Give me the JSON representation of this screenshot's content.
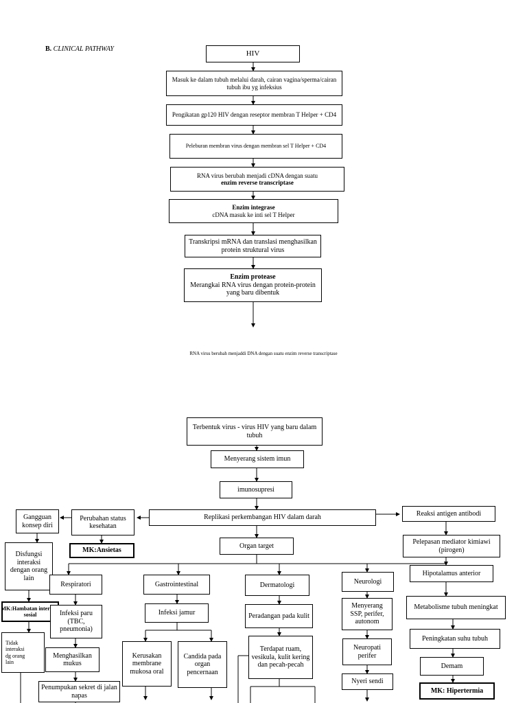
{
  "header": {
    "prefix": "B.",
    "title": "CLINICAL PATHWAY"
  },
  "flow": {
    "hiv": "HIV",
    "masuk": "Masuk ke dalam tubuh melalui darah, cairan vagina/sperma/cairan tubuh ibu yg infeksius",
    "pengikatan": "Pengikatan gp120  HIV dengan reseptor membran T Helper + CD4",
    "peleburan": "Peleburan membran virus dengan membran sel  T Helper + CD4",
    "rna_line1": "RNA virus berubah menjadi cDNA dengan suatu",
    "rna_line2": "enzim reverse transcriptase",
    "integrase_line1": "Enzim integrase",
    "integrase_line2": "cDNA masuk ke inti sel  T Helper",
    "transkripsi": "Transkripsi mRNA dan translasi menghasilkan protein struktural virus",
    "protease_line1": "Enzim protease",
    "protease_line2": "Merangkai RNA virus dengan protein-protein yang baru dibentuk"
  },
  "caption": "RNA virus berubah menjaddi DNA dengan suatu enzim reverse transcriptase",
  "flow2": {
    "terbentuk": "Terbentuk virus - virus HIV yang baru dalam tubuh",
    "menyerang": "Menyerang sistem imun",
    "imunosupresi": "imunosupresi",
    "replikasi": "Replikasi perkembangan HIV dalam darah",
    "organ_target": "Organ target"
  },
  "left": {
    "gangguan": "Gangguan konsep diri",
    "perubahan": "Perubahan status kesehatan",
    "mk_ansietas": "MK:Ansietas",
    "disfungsi": "Disfungsi interaksi dengan orang lain",
    "mk_hambatan": "MK:Hambatan interaksi sosial",
    "tidak_line1": "Tidak",
    "tidak_line2": "interaksi",
    "tidak_line3": "dg      orang",
    "tidak_line4": "lain"
  },
  "respiratori": {
    "title": "Respiratori",
    "infeksi_paru": "Infeksi paru (TBC, pneumonia)",
    "mukus": "Menghasilkan mukus",
    "penumpukan": "Penumpukan sekret di jalan napas"
  },
  "gastro": {
    "title": "Gastrointestinal",
    "infeksi_jamur": "Infeksi jamur",
    "kerusakan": "Kerusakan membrane mukosa oral",
    "candida": "Candida pada organ pencernaan"
  },
  "derma": {
    "title": "Dermatologi",
    "peradangan": "Peradangan pada kulit",
    "ruam": "Terdapat ruam, vesikula, kulit kering dan pecah-pecah"
  },
  "neuro": {
    "title": "Neurologi",
    "menyerang_ssp": "Menyerang SSP, perifer, autonom",
    "neuropati": "Neuropati perifer",
    "nyeri": "Nyeri sendi"
  },
  "right": {
    "reaksi": "Reaksi antigen antibodi",
    "pelepasan": "Pelepasan mediator kimiawi (pirogen)",
    "hipotalamus": "Hipotalamus anterior",
    "metabolisme": "Metabolisme tubuh meningkat",
    "peningkatan": "Peningkatan suhu tubuh",
    "demam": "Demam",
    "mk_hipertermia": "MK: Hipertermia"
  }
}
